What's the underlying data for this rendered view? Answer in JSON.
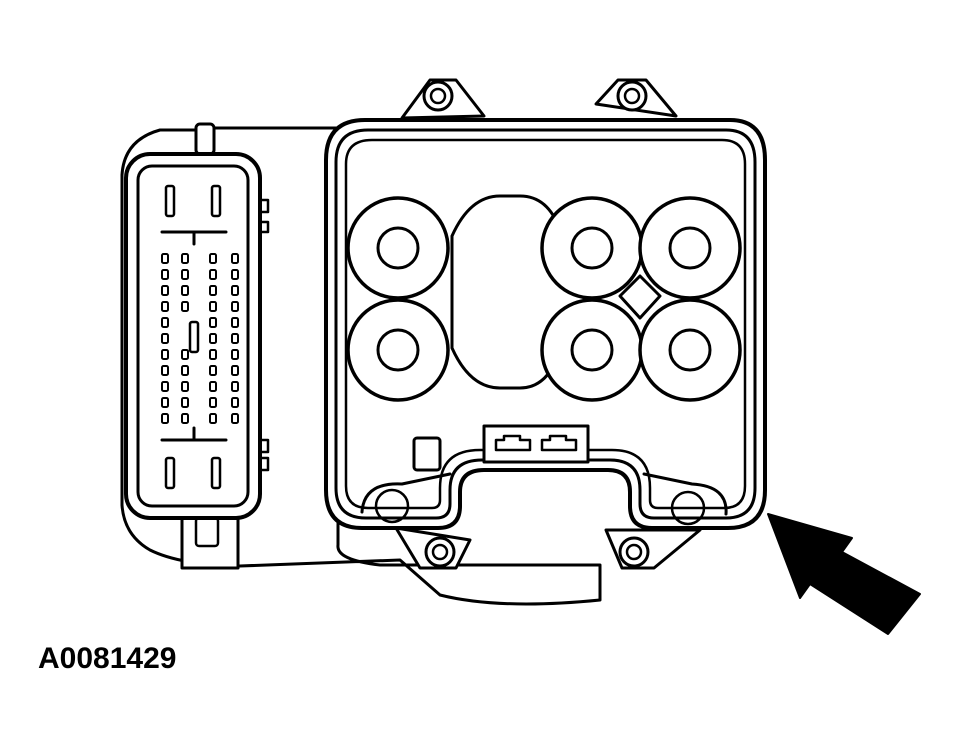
{
  "figure": {
    "id_label": "A0081429"
  },
  "colors": {
    "ink": "#000000",
    "paper": "#ffffff"
  },
  "objects": {
    "connector_pin_count_small": 44,
    "valve_coil_count": 6,
    "mounting_hole_count": 4,
    "pointer": "arrow-pointing-to-gasket"
  }
}
